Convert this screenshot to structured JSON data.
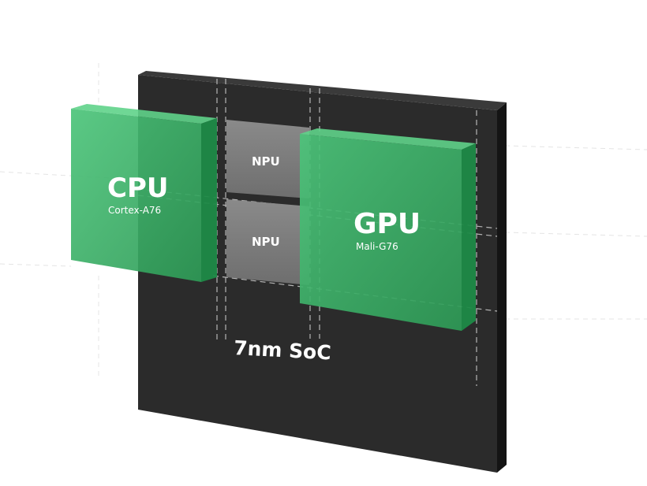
{
  "diagram": {
    "chip_label": "7nm SoC",
    "blocks": {
      "cpu": {
        "name": "CPU",
        "model": "Cortex-A76"
      },
      "gpu": {
        "name": "GPU",
        "model": "Mali-G76"
      },
      "npu_top": {
        "name": "NPU"
      },
      "npu_bottom": {
        "name": "NPU"
      }
    },
    "colors": {
      "chip_face": "#2c2c2c",
      "chip_side": "#1a1a1a",
      "green_front": "#3aa863",
      "green_edge": "#1f8a49",
      "npu": "#7a7a7a",
      "guide_lines": "#d9d9d9"
    }
  }
}
